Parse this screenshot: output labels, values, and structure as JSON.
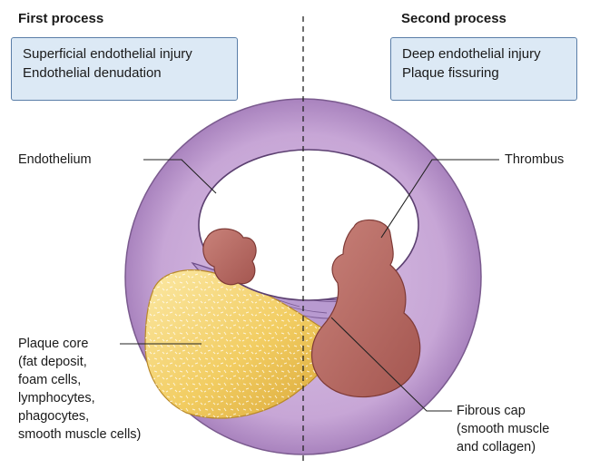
{
  "colors": {
    "vessel_wall": "#c9a8d6",
    "plaque_core": "#f0c85a",
    "thrombus": "#b0605a",
    "label_box": "#dce9f5"
  },
  "first_process": {
    "heading": "First process",
    "lines": [
      "Superficial endothelial injury",
      "Endothelial denudation"
    ]
  },
  "second_process": {
    "heading": "Second process",
    "lines": [
      "Deep endothelial injury",
      "Plaque fissuring"
    ]
  },
  "labels": {
    "endothelium": "Endothelium",
    "thrombus": "Thrombus",
    "plaque_core": [
      "Plaque core",
      "(fat deposit,",
      "foam cells,",
      "lymphocytes,",
      "phagocytes,",
      "smooth muscle cells)"
    ],
    "fibrous_cap": [
      "Fibrous cap",
      "(smooth muscle",
      "and collagen)"
    ]
  }
}
